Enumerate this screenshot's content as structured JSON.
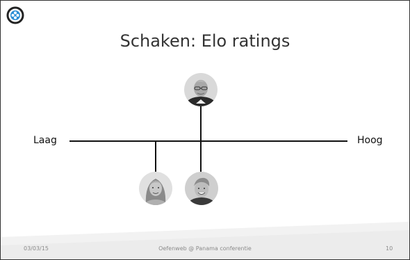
{
  "slide": {
    "title": "Schaken: Elo ratings",
    "axis": {
      "low_label": "Laag",
      "high_label": "Hoog"
    },
    "people": [
      {
        "name": "person-top",
        "icon": "man-with-glasses-photo"
      },
      {
        "name": "person-left",
        "icon": "woman-photo"
      },
      {
        "name": "person-right",
        "icon": "young-man-photo"
      }
    ],
    "footer": {
      "date": "03/03/15",
      "center": "Oefenweb @ Panama conferentie",
      "page": "10"
    },
    "colors": {
      "line": "#111111",
      "logo_ring": "#222222",
      "logo_fill": "#2b8fd6"
    }
  }
}
